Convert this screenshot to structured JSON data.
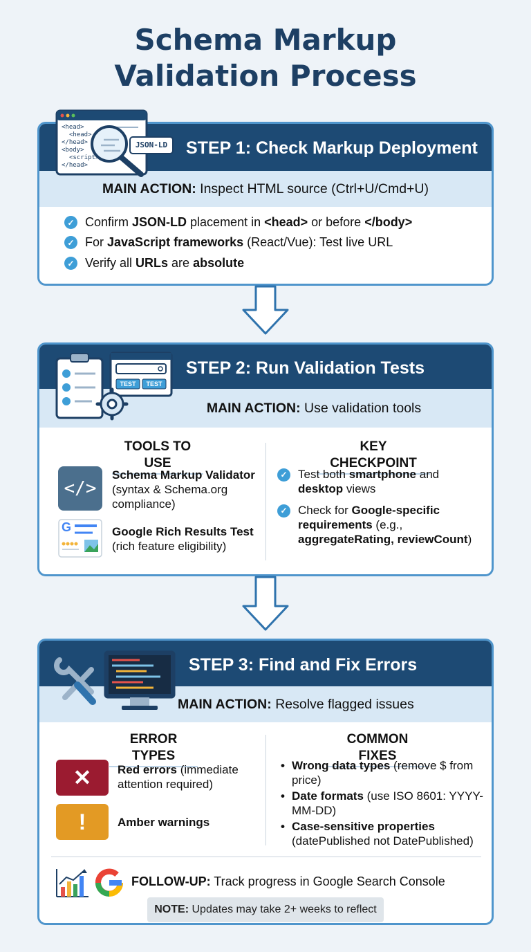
{
  "title": {
    "line1": "Schema Markup",
    "line2": "Validation Process"
  },
  "colors": {
    "title": "#1d3f64",
    "header": "#1d4a74",
    "band": "#d8e8f5",
    "border": "#4f95cc",
    "check": "#3e9ed7",
    "error_red": "#9b1b30",
    "warning_amber": "#e39a24"
  },
  "step1": {
    "title": "STEP 1: Check Markup Deployment",
    "main_label": "MAIN ACTION:",
    "main_text": "Inspect HTML source (Ctrl+U/Cmd+U)",
    "illustration": {
      "icon": "code-inspect-icon",
      "code_lines": [
        "<head>",
        "<head>",
        "</head>",
        "<body>",
        "<script>",
        "</head>"
      ],
      "tag": "JSON-LD"
    },
    "bullets": [
      {
        "p1": "Confirm ",
        "b1": "JSON-LD",
        "p2": " placement in ",
        "b2": "<head>",
        "p3": " or before ",
        "b3": "</body>",
        "p4": ""
      },
      {
        "p1": "For ",
        "b1": "JavaScript frameworks",
        "p2": " (React/Vue): Test live URL",
        "b2": "",
        "p3": "",
        "b3": "",
        "p4": ""
      },
      {
        "p1": "Verify all ",
        "b1": "URLs",
        "p2": " are ",
        "b2": "absolute",
        "p3": "",
        "b3": "",
        "p4": ""
      }
    ]
  },
  "step2": {
    "title": "STEP 2: Run Validation Tests",
    "main_label": "MAIN ACTION:",
    "main_text": "Use validation tools",
    "illustration": {
      "icon": "checklist-gear-icon",
      "test_buttons": [
        "TEST",
        "TEST"
      ]
    },
    "tools_heading": "TOOLS TO USE",
    "checkpoint_heading": "KEY CHECKPOINT",
    "tools": [
      {
        "icon": "code-brackets-icon",
        "glyph": "</>",
        "name": "Schema Markup Validator",
        "desc": "(syntax & Schema.org compliance)"
      },
      {
        "icon": "google-rich-results-icon",
        "glyph": "G",
        "name": "Google Rich Results Test",
        "desc": "(rich feature eligibility)"
      }
    ],
    "checkpoints": [
      {
        "p1": "Test both ",
        "b1": "smartphone",
        "p2": " and ",
        "b2": "desktop",
        "p3": " views"
      },
      {
        "p1": "Check for ",
        "b1": "Google-specific requirements",
        "p2": " (e.g., ",
        "b2": "aggregateRating, reviewCount",
        "p3": ")"
      }
    ]
  },
  "step3": {
    "title": "STEP 3: Find and Fix Errors",
    "main_label": "MAIN ACTION:",
    "main_text": "Resolve flagged issues",
    "illustration": {
      "icon": "tools-monitor-icon"
    },
    "errors_heading": "ERROR TYPES",
    "fixes_heading": "COMMON FIXES",
    "errors": [
      {
        "icon": "x-icon",
        "glyph": "✕",
        "bold": "Red errors",
        "text": " (immediate attention required)"
      },
      {
        "icon": "exclamation-icon",
        "glyph": "!",
        "bold": "Amber warnings",
        "text": ""
      }
    ],
    "fixes": [
      {
        "bold": "Wrong data types",
        "text": " (remove $ from price)"
      },
      {
        "bold": "Date formats",
        "text": " (use ISO 8601: YYYY-MM-DD)"
      },
      {
        "bold": "Case-sensitive properties",
        "text": " (datePublished not DatePublished)"
      }
    ],
    "followup_label": "FOLLOW-UP:",
    "followup_text": "Track progress in Google Search Console",
    "note_label": "NOTE:",
    "note_text": "Updates may take 2+ weeks to reflect"
  }
}
